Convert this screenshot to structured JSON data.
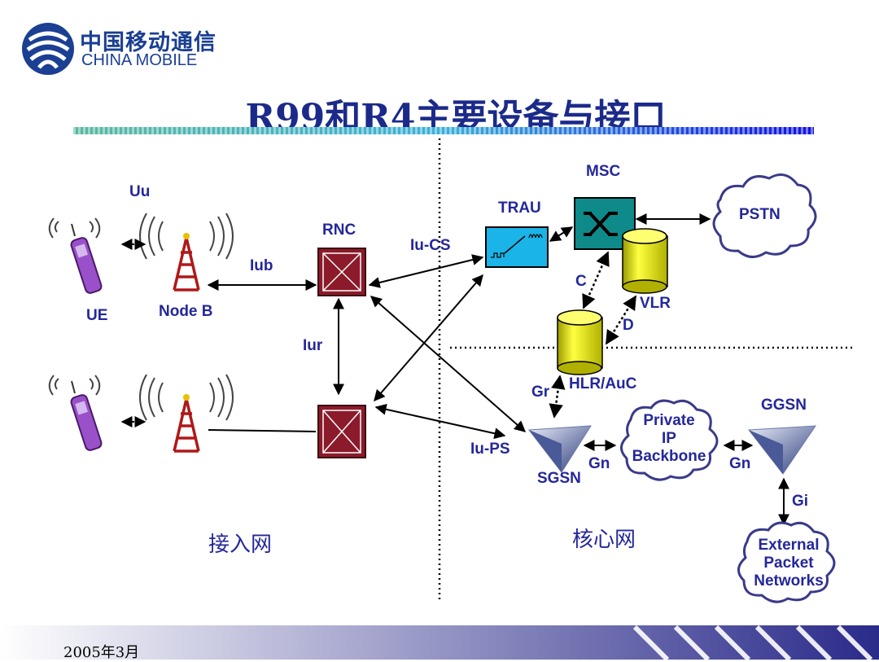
{
  "logo": {
    "cn": "中国移动通信",
    "en": "CHINA MOBILE"
  },
  "title": "R99和R4主要设备与接口",
  "labels": {
    "uu": "Uu",
    "ue": "UE",
    "node_b": "Node B",
    "iub": "Iub",
    "iur": "Iur",
    "rnc": "RNC",
    "iu_cs": "Iu-CS",
    "iu_ps": "Iu-PS",
    "trau": "TRAU",
    "msc": "MSC",
    "pstn": "PSTN",
    "vlr": "VLR",
    "c": "C",
    "d": "D",
    "hlr_auc": "HLR/AuC",
    "gr": "Gr",
    "sgsn": "SGSN",
    "gn1": "Gn",
    "gn2": "Gn",
    "ggsn": "GGSN",
    "gi": "Gi",
    "private_ip_backbone": [
      "Private",
      "IP",
      "Backbone"
    ],
    "external_packet_networks": [
      "External",
      "Packet",
      "Networks"
    ]
  },
  "zones": {
    "access": "接入网",
    "core": "核心网"
  },
  "footer": {
    "date": "2005年3月"
  },
  "colors": {
    "title": "#1b2a8a",
    "label": "#24279a",
    "rnc": "#8b1a2a",
    "msc": "#0f8a8a",
    "trau": "#1ab4e8",
    "db": "#e8e800",
    "cloud_stroke": "#3a3a8a"
  }
}
